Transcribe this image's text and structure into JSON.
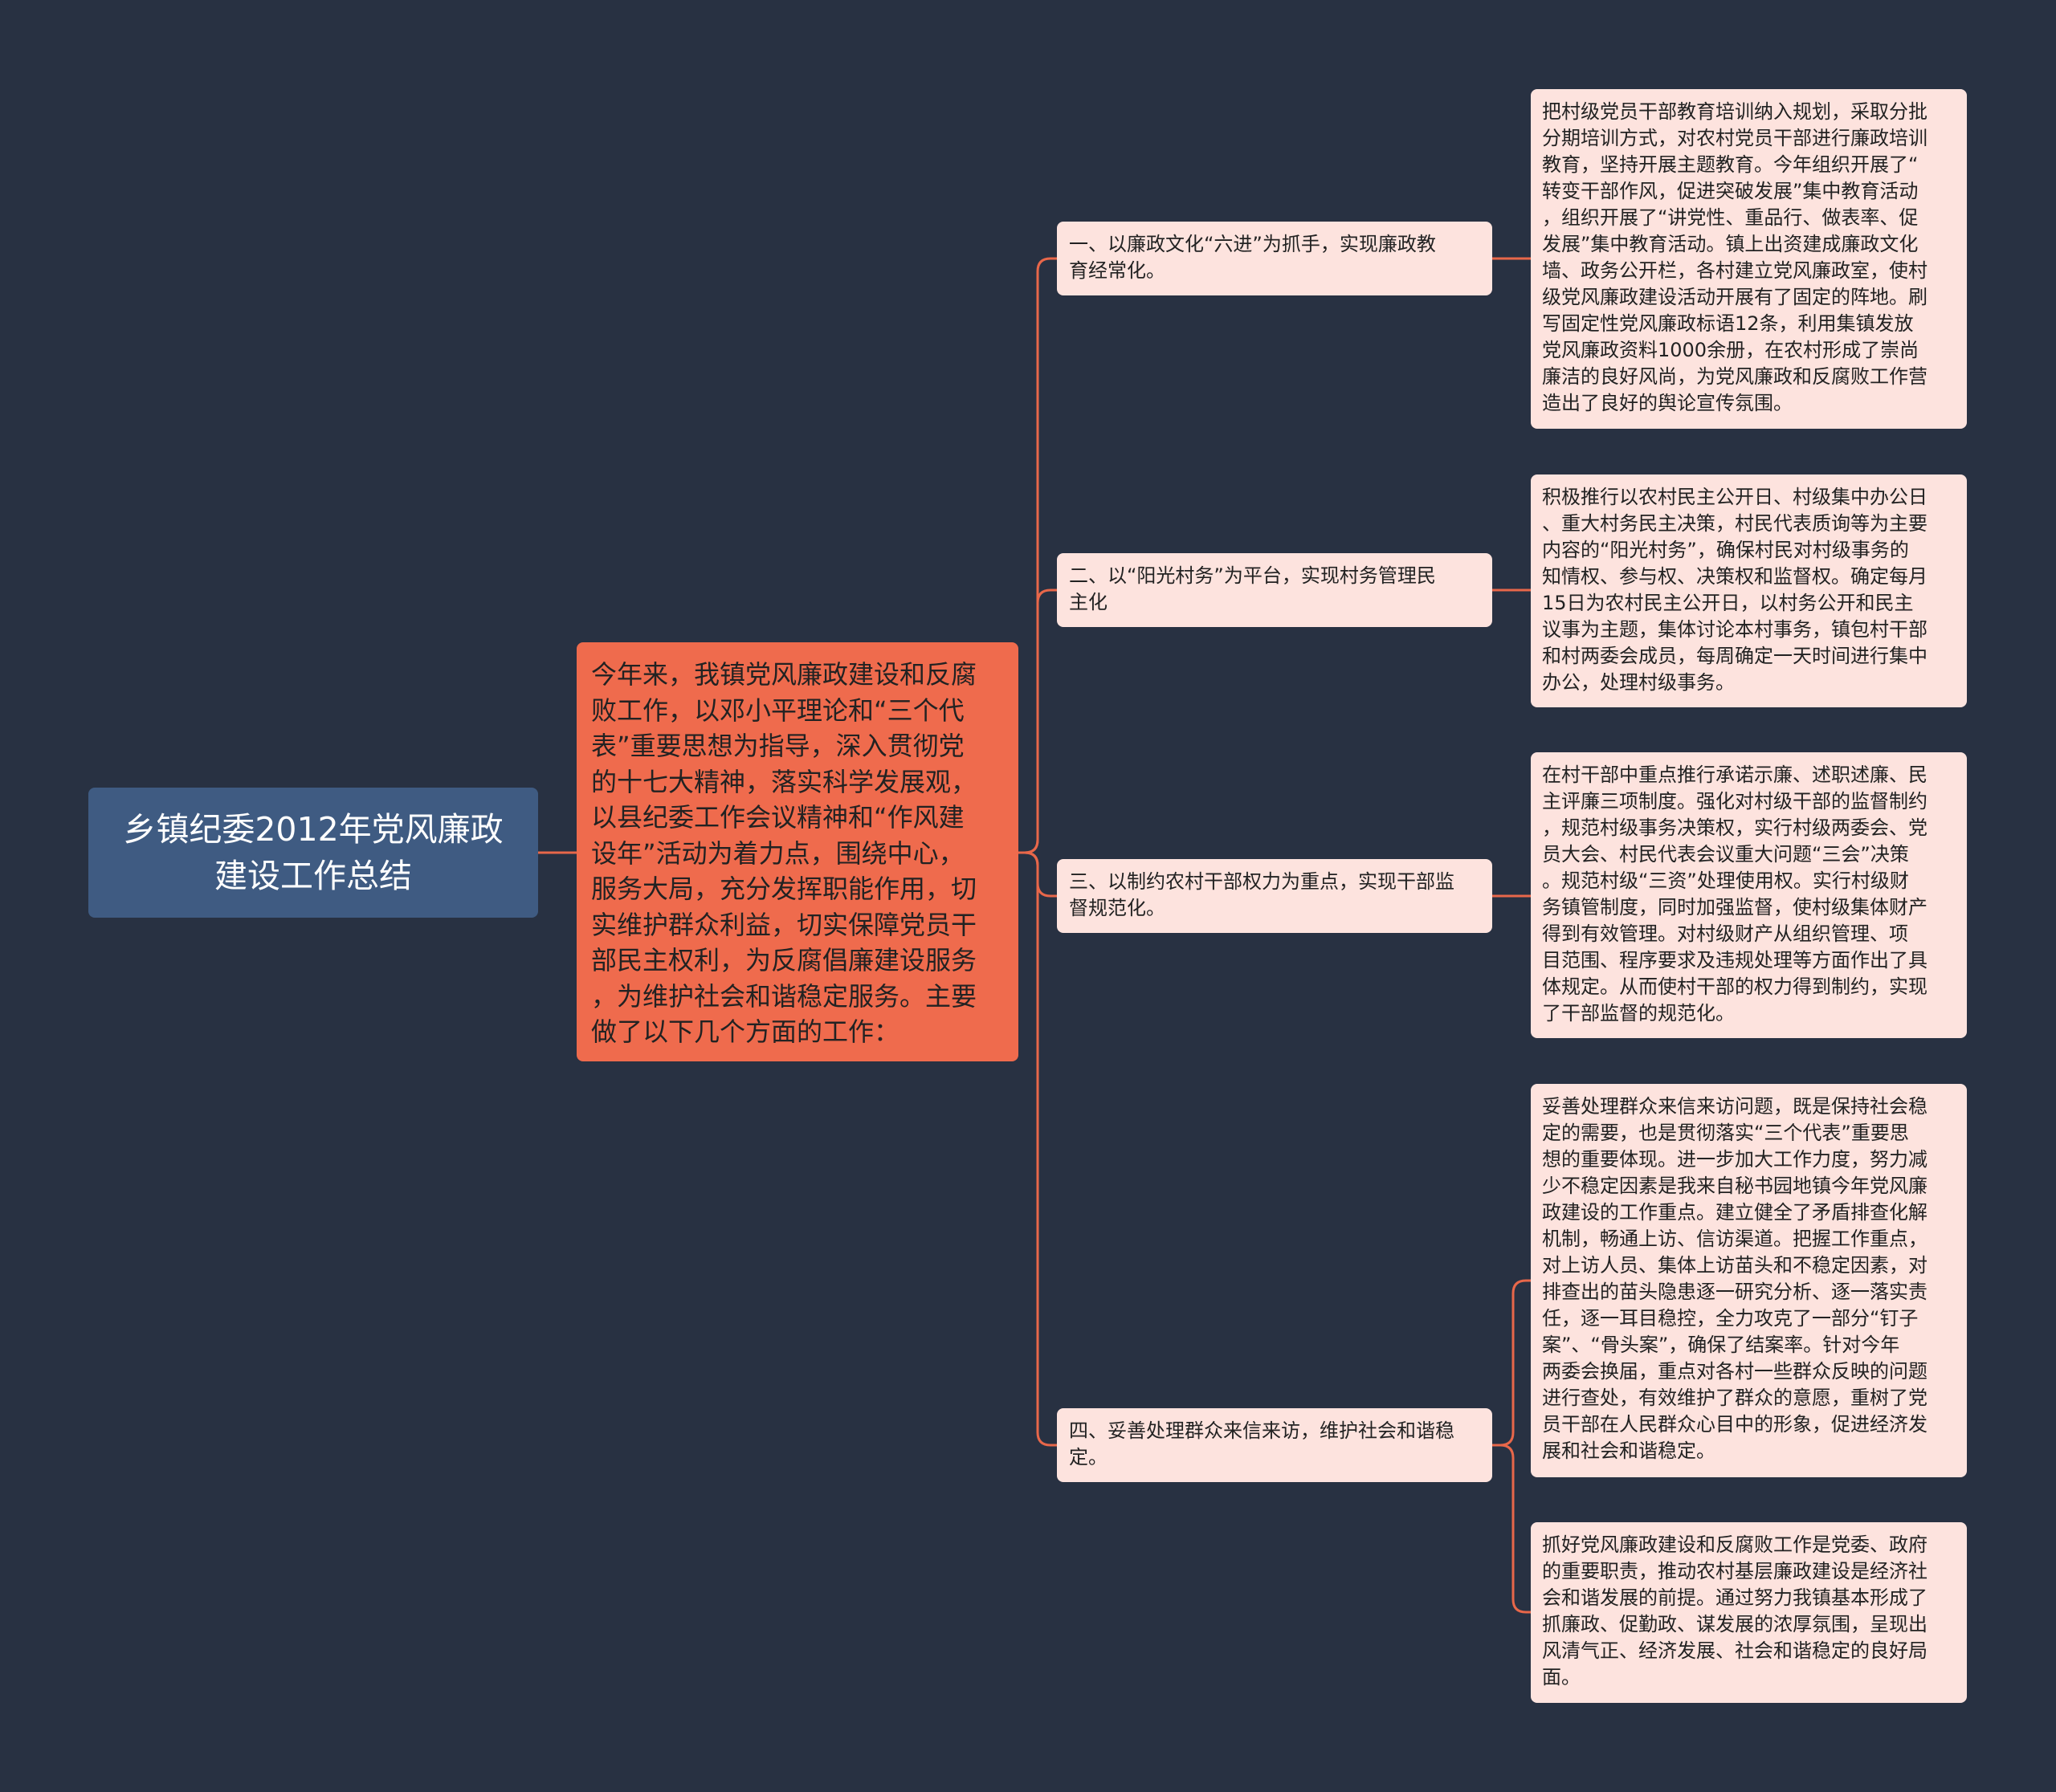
{
  "colors": {
    "background": "#283142",
    "root_fill": "#3f5b82",
    "intro_fill": "#ef6b4d",
    "card_fill": "#fde3de",
    "connector": "#e8674a"
  },
  "root": {
    "title": "乡镇纪委2012年党风廉政\n建设工作总结"
  },
  "intro": {
    "text": "今年来，我镇党风廉政建设和反腐\n败工作，以邓小平理论和“三个代\n表”重要思想为指导，深入贯彻党\n的十七大精神，落实科学发展观，\n以县纪委工作会议精神和“作风建\n设年”活动为着力点，围绕中心，\n服务大局，充分发挥职能作用，切\n实维护群众利益，切实保障党员干\n部民主权利，为反腐倡廉建设服务\n，为维护社会和谐稳定服务。主要\n做了以下几个方面的工作："
  },
  "branches": [
    {
      "title": "一、以廉政文化“六进”为抓手，实现廉政教\n育经常化。",
      "details": [
        "把村级党员干部教育培训纳入规划，采取分批\n分期培训方式，对农村党员干部进行廉政培训\n教育，坚持开展主题教育。今年组织开展了“\n转变干部作风，促进突破发展”集中教育活动\n，组织开展了“讲党性、重品行、做表率、促\n发展”集中教育活动。镇上出资建成廉政文化\n墙、政务公开栏，各村建立党风廉政室，使村\n级党风廉政建设活动开展有了固定的阵地。刷\n写固定性党风廉政标语12条，利用集镇发放\n党风廉政资料1000余册，在农村形成了崇尚\n廉洁的良好风尚，为党风廉政和反腐败工作营\n造出了良好的舆论宣传氛围。"
      ]
    },
    {
      "title": "二、以“阳光村务”为平台，实现村务管理民\n主化",
      "details": [
        "积极推行以农村民主公开日、村级集中办公日\n、重大村务民主决策，村民代表质询等为主要\n内容的“阳光村务”，确保村民对村级事务的\n知情权、参与权、决策权和监督权。确定每月\n15日为农村民主公开日，以村务公开和民主\n议事为主题，集体讨论本村事务，镇包村干部\n和村两委会成员，每周确定一天时间进行集中\n办公，处理村级事务。"
      ]
    },
    {
      "title": "三、以制约农村干部权力为重点，实现干部监\n督规范化。",
      "details": [
        "在村干部中重点推行承诺示廉、述职述廉、民\n主评廉三项制度。强化对村级干部的监督制约\n，规范村级事务决策权，实行村级两委会、党\n员大会、村民代表会议重大问题“三会”决策\n。规范村级“三资”处理使用权。实行村级财\n务镇管制度，同时加强监督，使村级集体财产\n得到有效管理。对村级财产从组织管理、项\n目范围、程序要求及违规处理等方面作出了具\n体规定。从而使村干部的权力得到制约，实现\n了干部监督的规范化。"
      ]
    },
    {
      "title": "四、妥善处理群众来信来访，维护社会和谐稳\n定。",
      "details": [
        "妥善处理群众来信来访问题，既是保持社会稳\n定的需要，也是贯彻落实“三个代表”重要思\n想的重要体现。进一步加大工作力度，努力减\n少不稳定因素是我来自秘书园地镇今年党风廉\n政建设的工作重点。建立健全了矛盾排查化解\n机制，畅通上访、信访渠道。把握工作重点，\n对上访人员、集体上访苗头和不稳定因素，对\n排查出的苗头隐患逐一研究分析、逐一落实责\n任，逐一耳目稳控，全力攻克了一部分“钉子\n案”、“骨头案”，确保了结案率。针对今年\n两委会换届，重点对各村一些群众反映的问题\n进行查处，有效维护了群众的意愿，重树了党\n员干部在人民群众心目中的形象，促进经济发\n展和社会和谐稳定。",
        "抓好党风廉政建设和反腐败工作是党委、政府\n的重要职责，推动农村基层廉政建设是经济社\n会和谐发展的前提。通过努力我镇基本形成了\n抓廉政、促勤政、谋发展的浓厚氛围，呈现出\n风清气正、经济发展、社会和谐稳定的良好局\n面。"
      ]
    }
  ]
}
